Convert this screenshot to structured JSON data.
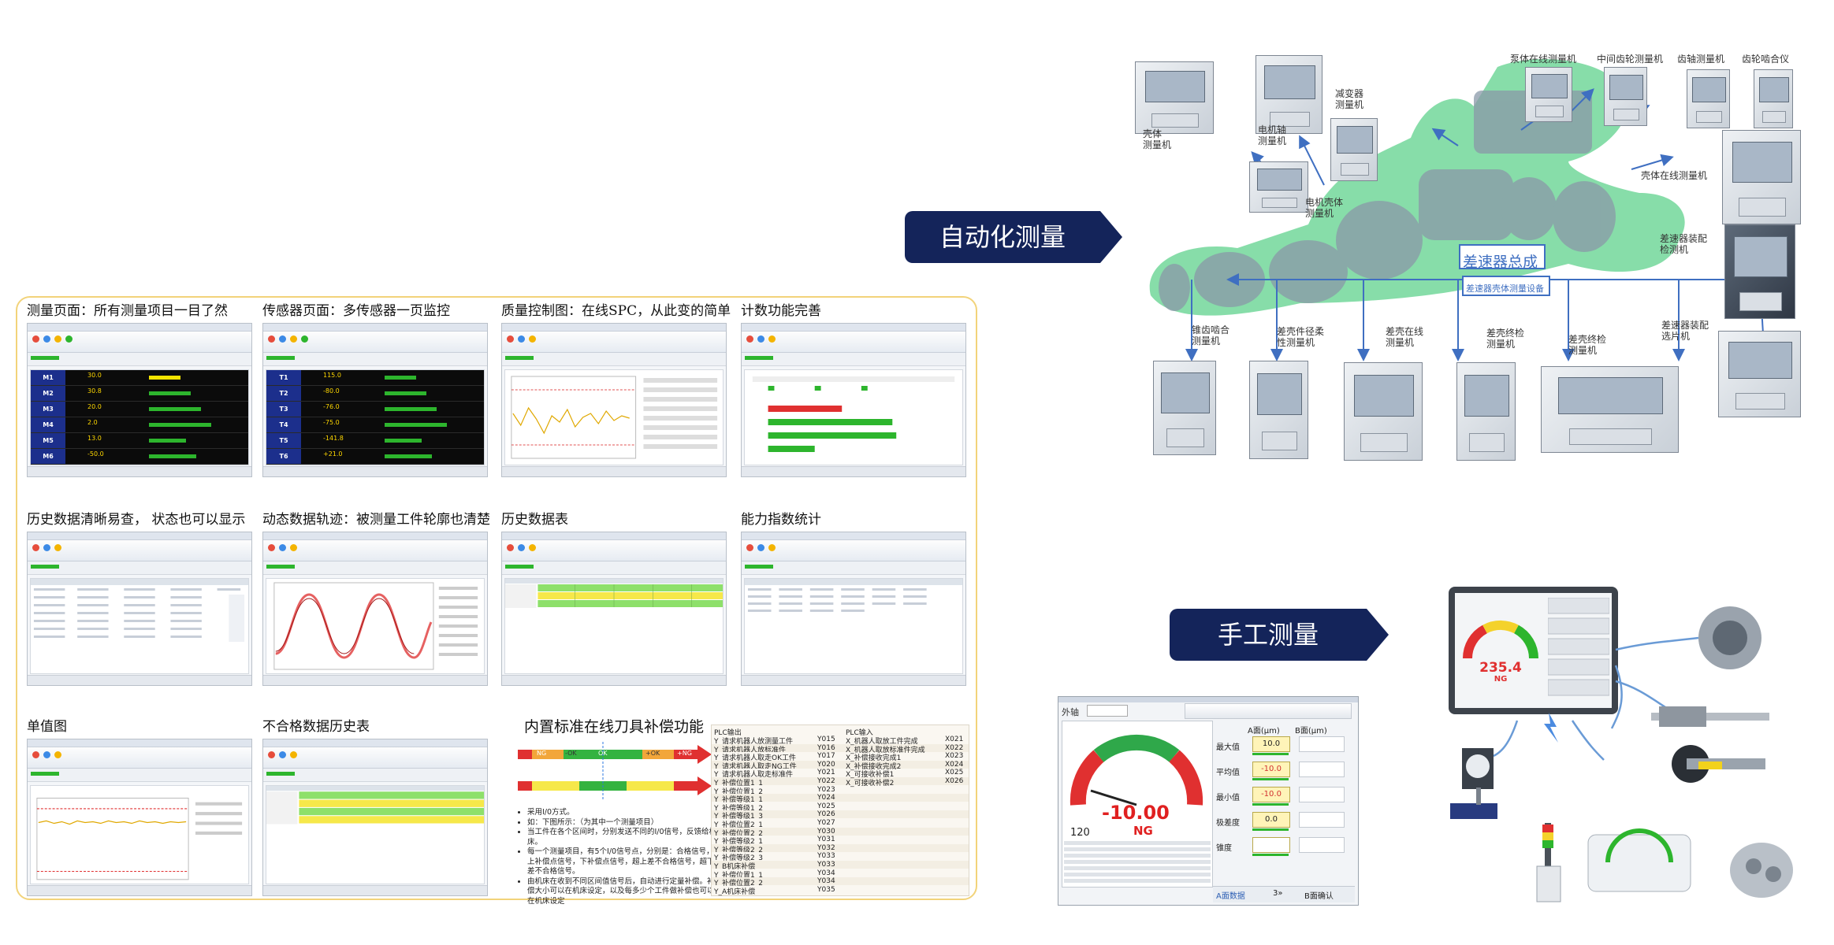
{
  "left_panel": {
    "cells": [
      {
        "title": "测量页面：所有测量项目一目了然",
        "kind": "measure"
      },
      {
        "title": "传感器页面：多传感器一页监控",
        "kind": "sensor"
      },
      {
        "title": "质量控制图：在线SPC，从此变的简单",
        "kind": "spc"
      },
      {
        "title": "计数功能完善",
        "kind": "count"
      },
      {
        "title": "历史数据清晰易查， 状态也可以显示",
        "kind": "history"
      },
      {
        "title": "动态数据轨迹：被测量工件轮廓也清楚",
        "kind": "trace"
      },
      {
        "title": "历史数据表",
        "kind": "table"
      },
      {
        "title": "能力指数统计",
        "kind": "capability"
      },
      {
        "title": "单值图",
        "kind": "single"
      },
      {
        "title": "不合格数据历史表",
        "kind": "ng"
      }
    ],
    "measure_rows": [
      {
        "label": "M1",
        "value": "30.0"
      },
      {
        "label": "M2",
        "value": "30.8"
      },
      {
        "label": "M3",
        "value": "20.0"
      },
      {
        "label": "M4",
        "value": "2.0"
      },
      {
        "label": "M5",
        "value": "13.0"
      },
      {
        "label": "M6",
        "value": "-50.0"
      }
    ],
    "sensor_rows": [
      {
        "label": "T1",
        "value": "115.0"
      },
      {
        "label": "T2",
        "value": "-80.0"
      },
      {
        "label": "T3",
        "value": "-76.0"
      },
      {
        "label": "T4",
        "value": "-75.0"
      },
      {
        "label": "T5",
        "value": "-141.8"
      },
      {
        "label": "T6",
        "value": "+21.0"
      }
    ],
    "compensation": {
      "title": "内置标准在线刀具补偿功能",
      "bar_labels": [
        "NG",
        "-OK",
        "OK",
        "+OK",
        "+NG"
      ],
      "bullets": [
        "采用I/0方式。",
        "如：下图所示：（为其中一个测量项目）",
        "当工件在各个区间时，分别发送不同的I/0信号，反馈给机床。",
        "每一个测量项目，有5个I/0信号点，分别是：合格信号，上补偿点信号，下补偿点信号，超上差不合格信号，超下差不合格信号。",
        "由机床在收到不同区间值信号后，自动进行定量补偿。补偿大小可以在机床设定，以及每多少个工件做补偿也可以在机床设定"
      ]
    },
    "plc": {
      "out_header": "PLC输出",
      "in_header": "PLC输入",
      "out": [
        [
          "Y_请求机器人放测量工件",
          "Y015"
        ],
        [
          "Y_请求机器人放标准件",
          "Y016"
        ],
        [
          "Y_请求机器人取走OK工件",
          "Y017"
        ],
        [
          "Y_请求机器人取走NG工件",
          "Y020"
        ],
        [
          "Y_请求机器人取走标准件",
          "Y021"
        ],
        [
          "Y_补偿位置1_1",
          "Y022"
        ],
        [
          "Y_补偿位置1_2",
          "Y023"
        ],
        [
          "Y_补偿等级1_1",
          "Y024"
        ],
        [
          "Y_补偿等级1_2",
          "Y025"
        ],
        [
          "Y_补偿等级1_3",
          "Y026"
        ],
        [
          "Y_补偿位置2_1",
          "Y027"
        ],
        [
          "Y_补偿位置2_2",
          "Y030"
        ],
        [
          "Y_补偿等级2_1",
          "Y031"
        ],
        [
          "Y_补偿等级2_2",
          "Y032"
        ],
        [
          "Y_补偿等级2_3",
          "Y033"
        ],
        [
          "Y_B机床补偿",
          "Y033"
        ],
        [
          "Y_补偿位置1_1",
          "Y034"
        ],
        [
          "Y_补偿位置2_2",
          "Y034"
        ],
        [
          "Y_A机床补偿",
          "Y035"
        ]
      ],
      "in": [
        [
          "X_机器人取放工件完成",
          "X021"
        ],
        [
          "X_机器人取放标准件完成",
          "X022"
        ],
        [
          "X_补偿接收完成1",
          "X023"
        ],
        [
          "X_补偿接收完成2",
          "X024"
        ],
        [
          "X_可接收补偿1",
          "X025"
        ],
        [
          "X_可接收补偿2",
          "X026"
        ]
      ]
    }
  },
  "auto": {
    "tag": "自动化测量",
    "labels": {
      "shell_machine": "壳体\n测量机",
      "motor_shaft": "电机轴\n测量机",
      "transmission": "减变器\n测量机",
      "motor_shell": "电机壳体\n测量机",
      "pump_online": "泵体在线测量机",
      "middle_gear": "中间齿轮测量机",
      "shaft": "齿轴测量机",
      "gear_mesh": "齿轮啮合仪",
      "shell_online": "壳体在线测量机",
      "reducer_assy_title": "差速器总成",
      "reducer_box": "差速器壳体测量设备",
      "reducer_fit": "差速器装配\n检测机",
      "gear_mesh_measure": "锥齿啮合\n测量机",
      "diff_flex": "差壳件径柔\n性测量机",
      "diff_online": "差壳在线\n测量机",
      "diff_final": "差壳终检\n测量机",
      "diff_final2": "差壳终检\n测量机",
      "gasket": "差速器装配\n选片机"
    }
  },
  "manual": {
    "tag": "手工测量",
    "tablet": {
      "value": "235.4",
      "status": "NG"
    },
    "software": {
      "title": "外轴",
      "value": "-10.00",
      "status": "NG",
      "count": "120",
      "col_a": "A面(μm)",
      "col_b": "B面(μm)",
      "rows": [
        {
          "label": "最大值",
          "value": "10.0"
        },
        {
          "label": "平均值",
          "value": "-10.0"
        },
        {
          "label": "最小值",
          "value": "-10.0"
        },
        {
          "label": "极差度",
          "value": "0.0"
        },
        {
          "label": "锥度",
          "value": ""
        }
      ],
      "footer_a": "A面数据",
      "footer_mid": "3»",
      "footer_b": "B面确认"
    }
  },
  "colors": {
    "navy": "#14245a",
    "gold": "#f2d37a",
    "green": "#2db52d",
    "ok_green": "#7ed37e"
  }
}
